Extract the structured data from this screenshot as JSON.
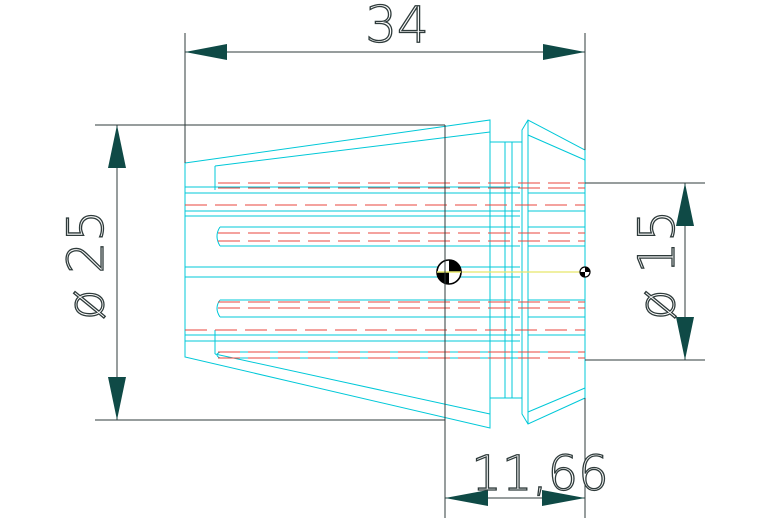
{
  "drawing": {
    "dimensions": {
      "overall_length": "34",
      "outer_diameter": "ø 25",
      "inner_diameter": "ø 15",
      "offset_length": "11,66"
    },
    "colors": {
      "outline": "#00c8d8",
      "hidden": "#e8463c",
      "dimension": "#2f3b3b",
      "arrow": "#0f4a46",
      "axis": "#e8e86a"
    },
    "markers": [
      "center-of-mass-icon",
      "center-of-mass-icon"
    ]
  }
}
